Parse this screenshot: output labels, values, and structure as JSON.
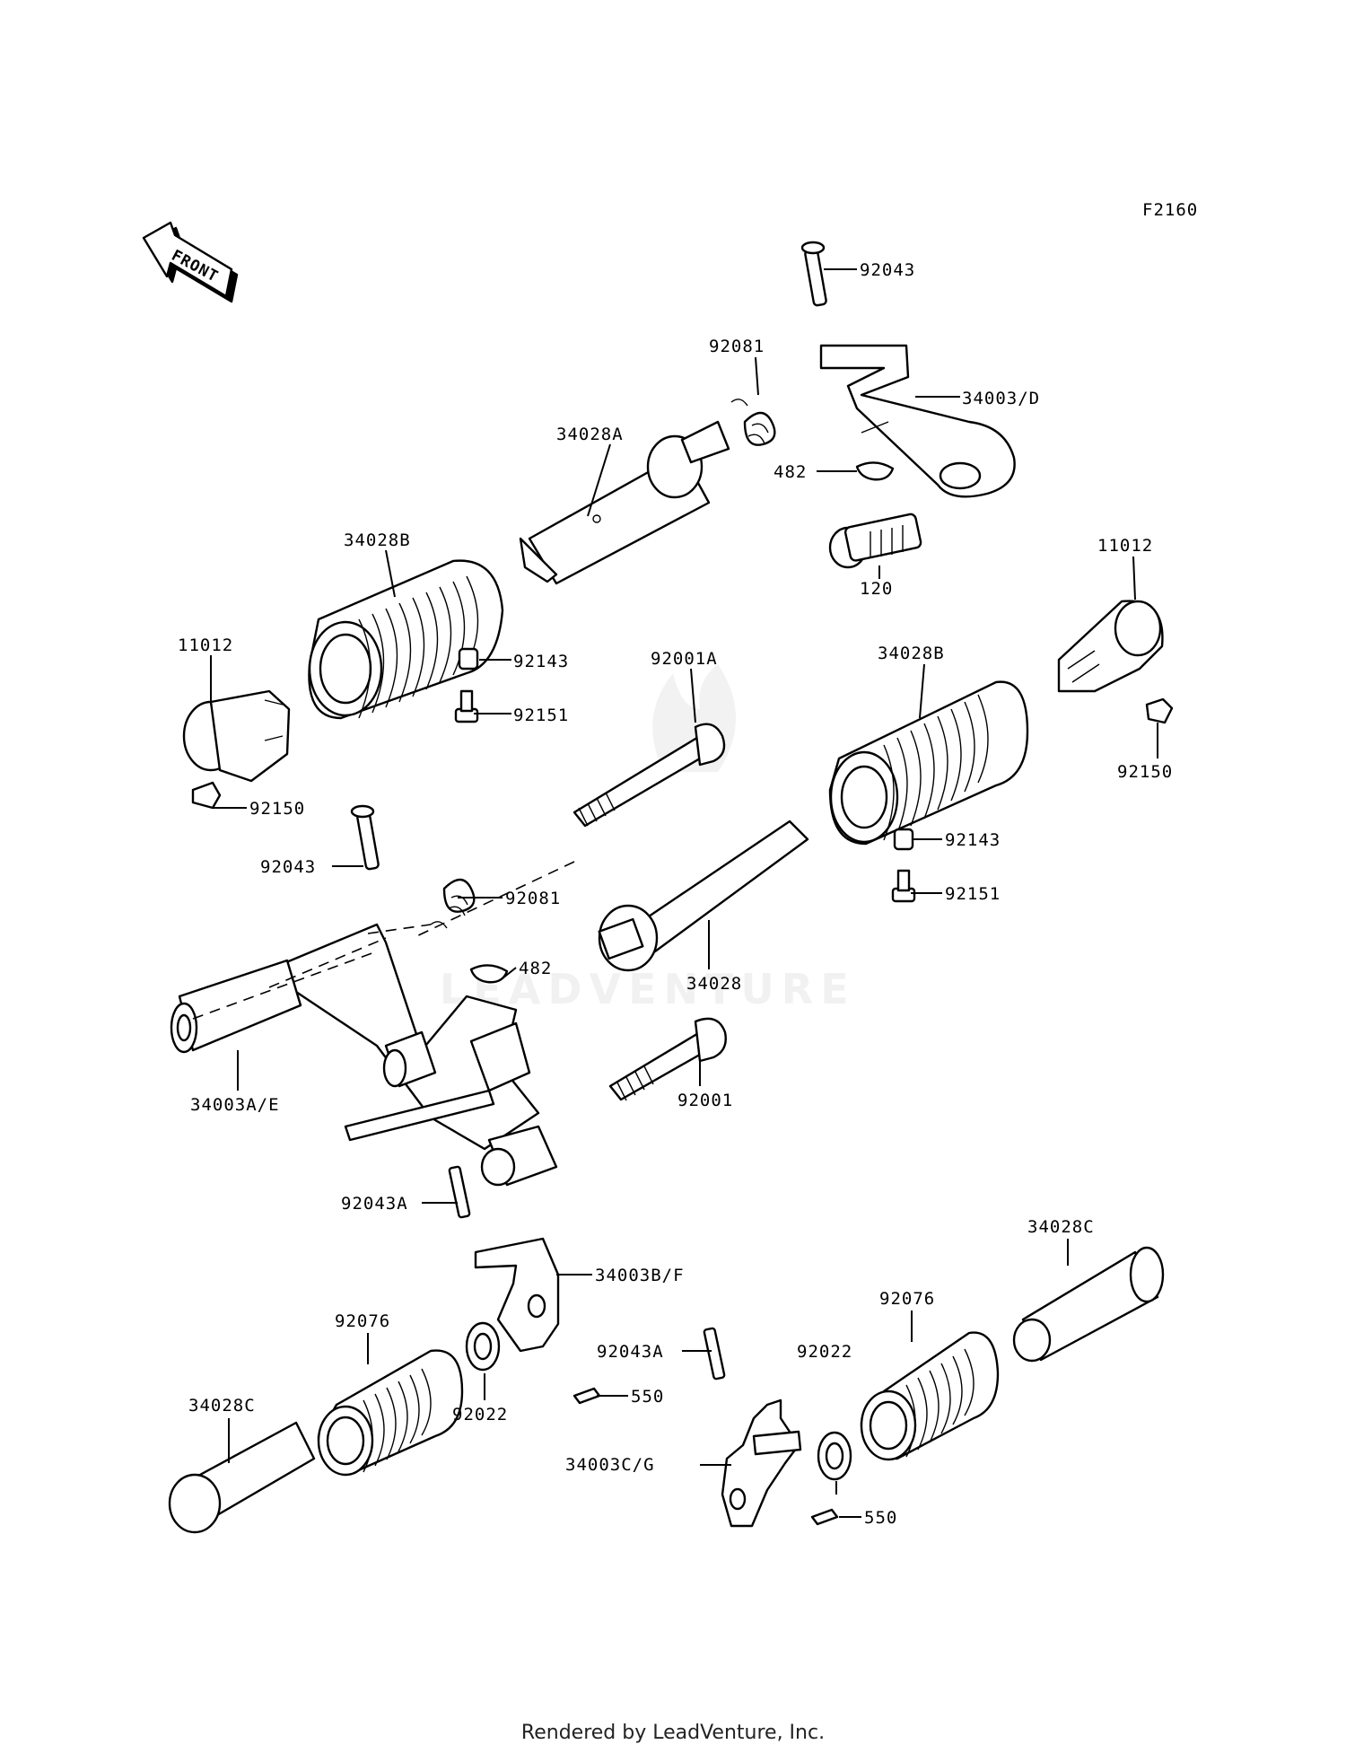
{
  "diagram": {
    "code": "F2160",
    "front_arrow": "FRONT",
    "watermark": "LEADVENTURE",
    "footer": "Rendered by LeadVenture, Inc.",
    "callouts": [
      {
        "id": "c01",
        "text": "92043"
      },
      {
        "id": "c02",
        "text": "92081"
      },
      {
        "id": "c03",
        "text": "34003/D"
      },
      {
        "id": "c04",
        "text": "34028A"
      },
      {
        "id": "c05",
        "text": "482"
      },
      {
        "id": "c06",
        "text": "120"
      },
      {
        "id": "c07",
        "text": "34028B"
      },
      {
        "id": "c08",
        "text": "11012"
      },
      {
        "id": "c09",
        "text": "92143"
      },
      {
        "id": "c10",
        "text": "92001A"
      },
      {
        "id": "c11",
        "text": "11012"
      },
      {
        "id": "c12",
        "text": "92151"
      },
      {
        "id": "c13",
        "text": "34028B"
      },
      {
        "id": "c14",
        "text": "92150"
      },
      {
        "id": "c15",
        "text": "92150"
      },
      {
        "id": "c16",
        "text": "92043"
      },
      {
        "id": "c17",
        "text": "92143"
      },
      {
        "id": "c18",
        "text": "92081"
      },
      {
        "id": "c19",
        "text": "92151"
      },
      {
        "id": "c20",
        "text": "34028"
      },
      {
        "id": "c21",
        "text": "482"
      },
      {
        "id": "c22",
        "text": "34003A/E"
      },
      {
        "id": "c23",
        "text": "92001"
      },
      {
        "id": "c24",
        "text": "92043A"
      },
      {
        "id": "c25",
        "text": "34028C"
      },
      {
        "id": "c26",
        "text": "34003B/F"
      },
      {
        "id": "c27",
        "text": "92076"
      },
      {
        "id": "c28",
        "text": "92076"
      },
      {
        "id": "c29",
        "text": "92043A"
      },
      {
        "id": "c30",
        "text": "92022"
      },
      {
        "id": "c31",
        "text": "550"
      },
      {
        "id": "c32",
        "text": "34028C"
      },
      {
        "id": "c33",
        "text": "92022"
      },
      {
        "id": "c34",
        "text": "34003C/G"
      },
      {
        "id": "c35",
        "text": "550"
      }
    ]
  }
}
